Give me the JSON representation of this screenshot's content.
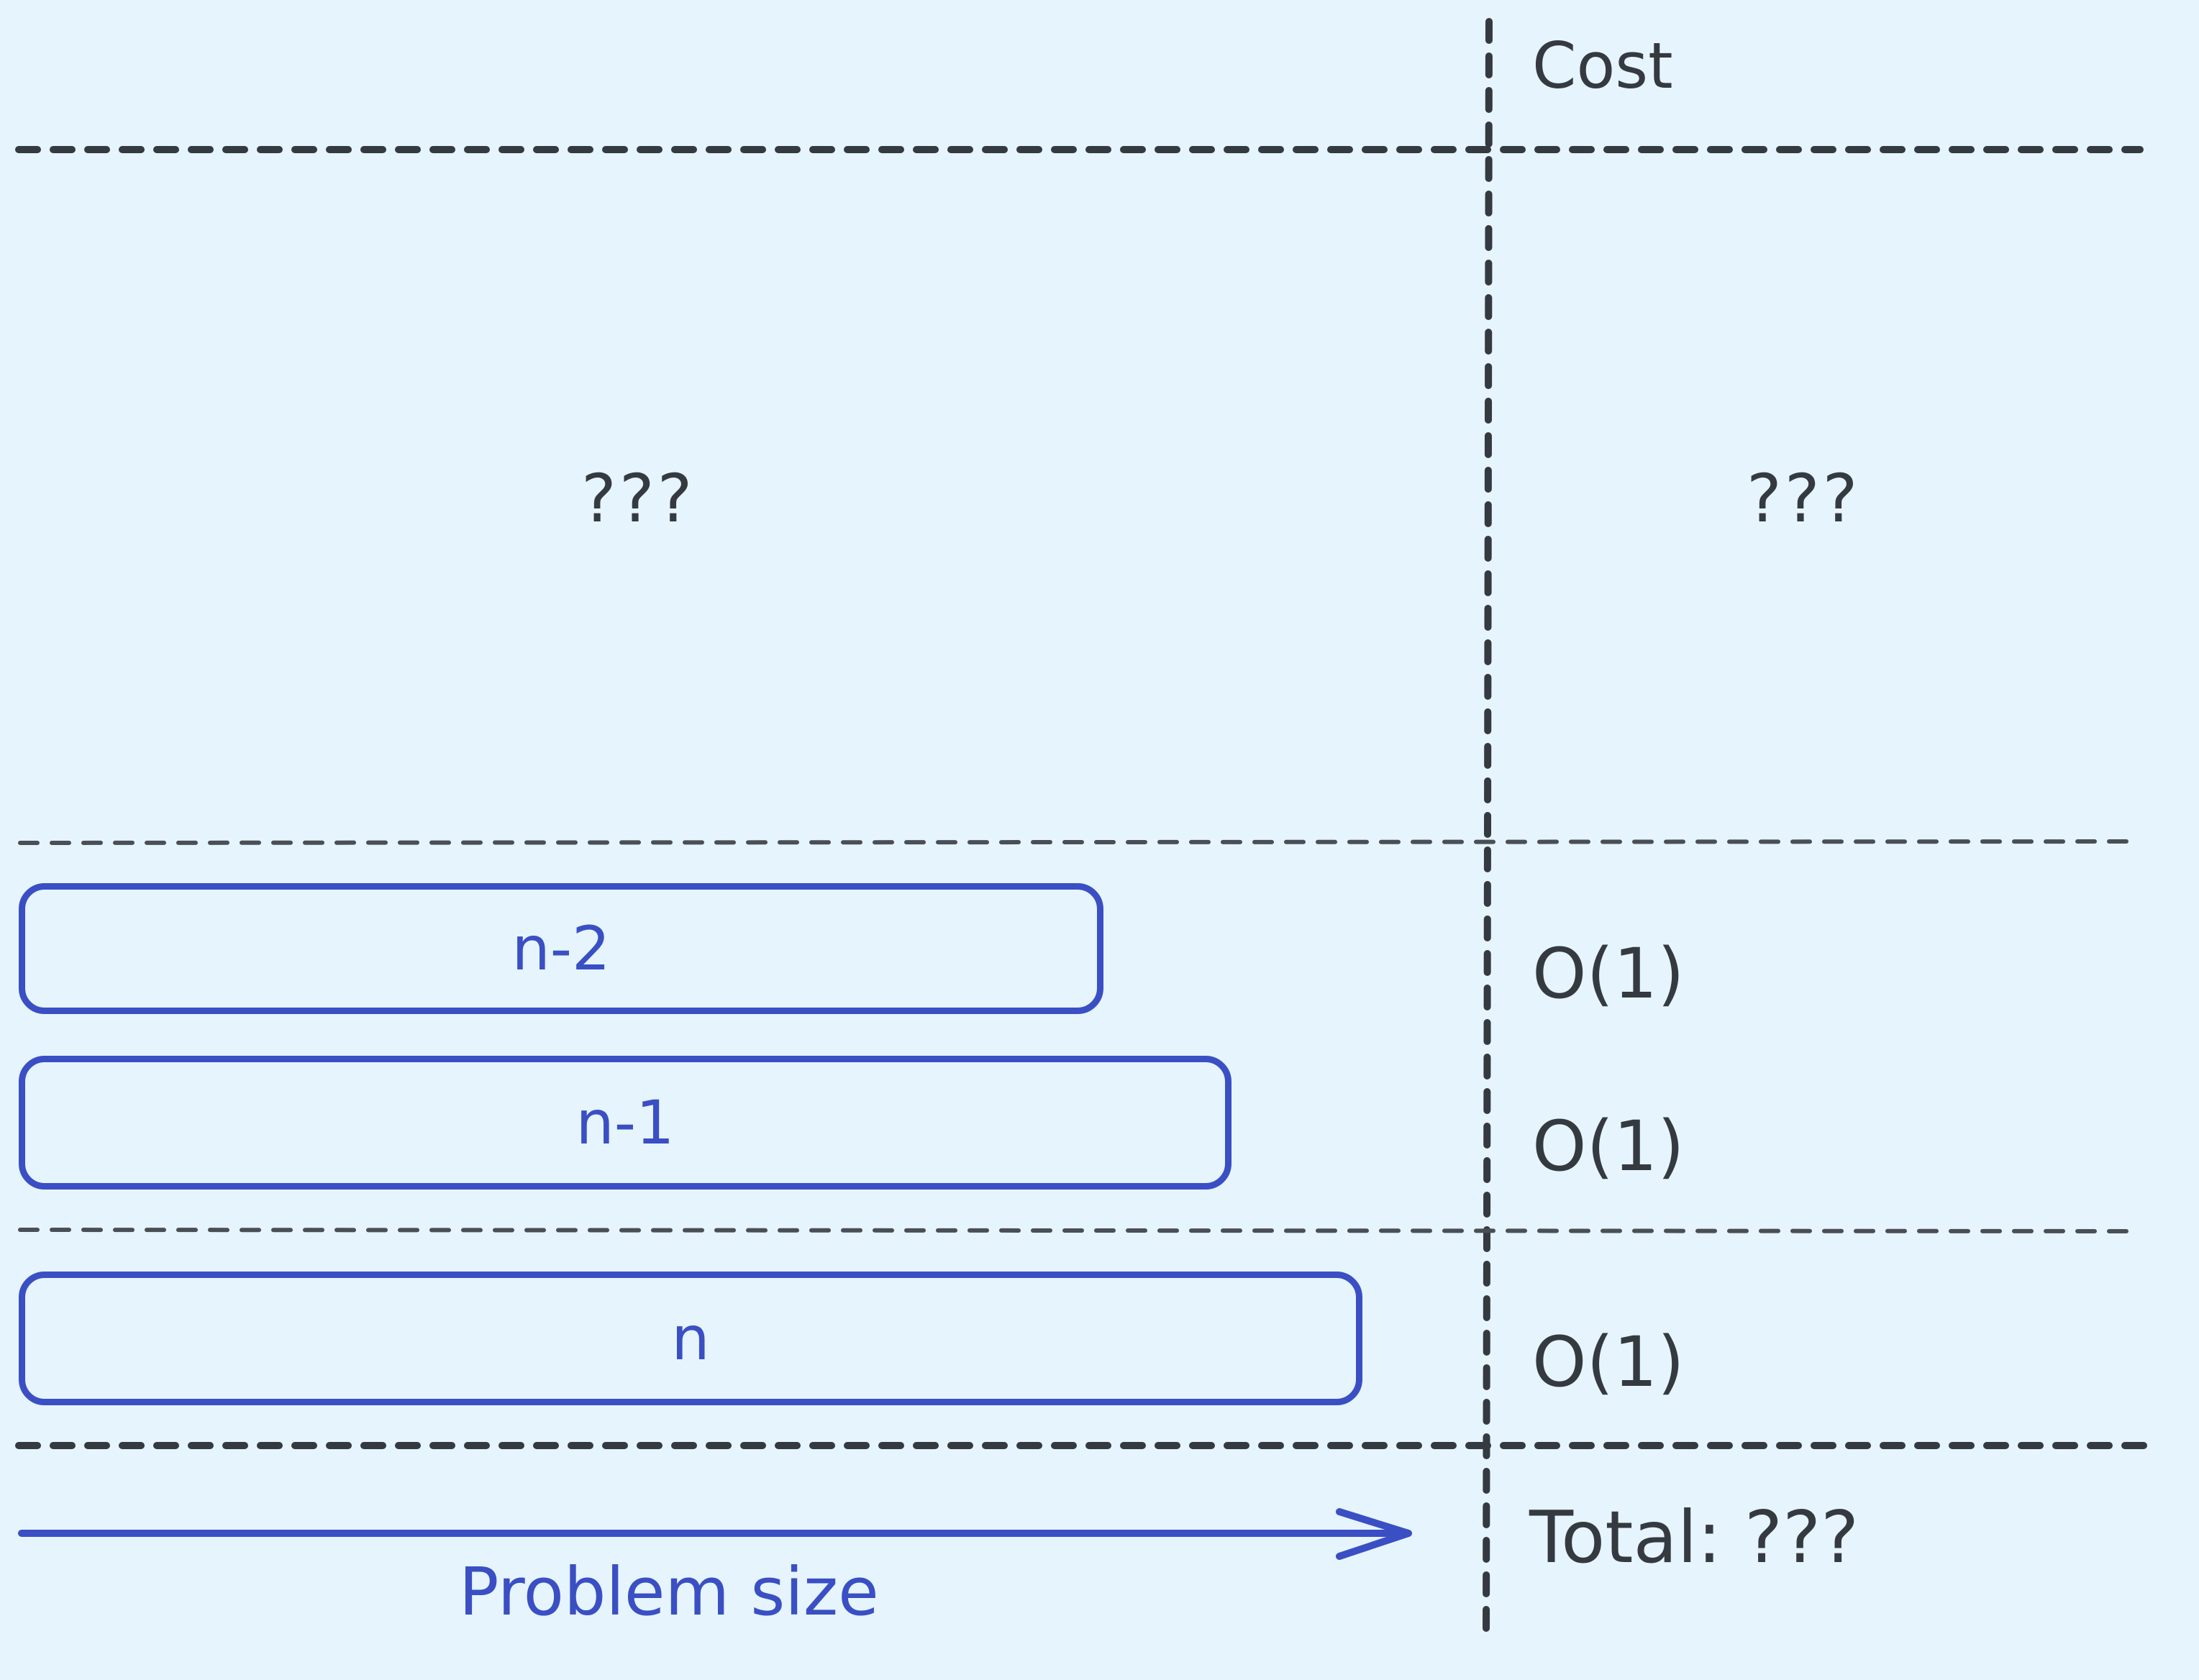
{
  "cost_header": "Cost",
  "unknown_work": "???",
  "unknown_cost": "???",
  "levels": [
    {
      "problem": "n-2",
      "cost": "O(1)"
    },
    {
      "problem": "n-1",
      "cost": "O(1)"
    },
    {
      "problem": "n",
      "cost": "O(1)"
    }
  ],
  "total_label": "Total: ???",
  "axis_label": "Problem size",
  "colors": {
    "background": "#e6f4fd",
    "ink": "#343a40",
    "accent": "#3a4fc4"
  }
}
